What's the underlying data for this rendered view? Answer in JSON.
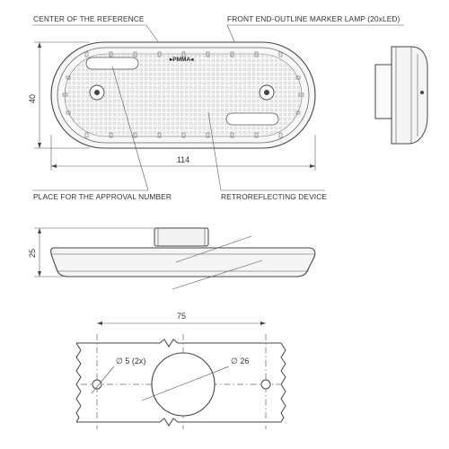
{
  "labels": {
    "center_of_reference": "CENTER OF THE REFERENCE",
    "front_marker": "FRONT END-OUTLINE MARKER LAMP (20xLED)",
    "approval_place": "PLACE FOR THE APPROVAL NUMBER",
    "retroreflecting": "RETROREFLECTING DEVICE",
    "brand": "▸PMMA◂"
  },
  "dimensions": {
    "height_top": "40",
    "length": "114",
    "height_side": "25",
    "hole_spacing": "75",
    "small_hole": "∅ 5 (2x)",
    "big_hole": "∅ 26"
  },
  "colors": {
    "line": "#444444",
    "lamp_fill": "#f0f0f0",
    "text": "#333333"
  }
}
